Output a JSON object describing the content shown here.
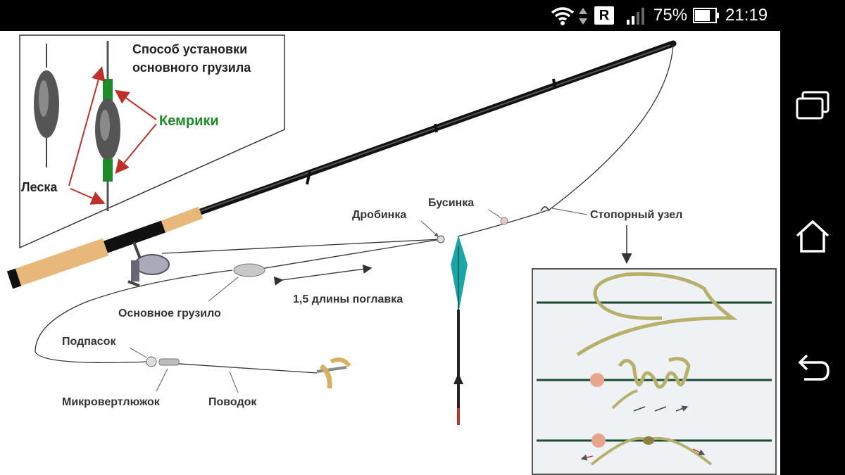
{
  "status_bar": {
    "network_badge": "R",
    "battery_percent": "75%",
    "time": "21:19",
    "battery_level": 0.75,
    "icons": [
      "wifi-icon",
      "data-arrows-icon",
      "signal-icon",
      "battery-icon"
    ]
  },
  "diagram": {
    "inset_title_line1": "Способ установки",
    "inset_title_line2": "основного грузила",
    "kembriki_label": "Кемрики",
    "leska_label": "Леска",
    "drobinka_label": "Дробинка",
    "businka_label": "Бусинка",
    "stopor_label": "Стопорный узел",
    "distance_label": "1,5 длины поглавка",
    "gruzilo_label": "Основное грузило",
    "podpasok_label": "Подпасок",
    "vertlyuzhok_label": "Микровертлюжок",
    "povodok_label": "Поводок",
    "colors": {
      "kembriki_green": "#1f8a2a",
      "arrow_red": "#c0302a",
      "float_teal": "#1aa6a6",
      "cork": "#e8b77a",
      "knot_line": "#b7b06a",
      "bead": "#e9a48e"
    }
  },
  "navbar": {
    "buttons": [
      {
        "name": "recent-apps-button",
        "icon": "recent-apps-icon"
      },
      {
        "name": "home-button",
        "icon": "home-icon"
      },
      {
        "name": "back-button",
        "icon": "back-icon"
      }
    ]
  }
}
